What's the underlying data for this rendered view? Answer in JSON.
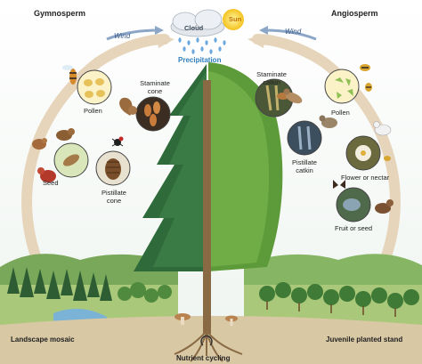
{
  "headers": {
    "gymnosperm": "Gymnosperm",
    "angiosperm": "Angiosperm"
  },
  "sky": {
    "cloud": "Cloud",
    "sun": "Sun",
    "precipitation": "Precipitation",
    "wind_left": "Wind",
    "wind_right": "Wind"
  },
  "gymnosperm_labels": {
    "pollen": "Pollen",
    "staminate_cone": "Staminate cone",
    "seed": "Seed",
    "pistillate_cone": "Pistillate cone"
  },
  "angiosperm_labels": {
    "staminate_catkin": "Staminate catkin",
    "pollen": "Pollen",
    "pistillate_catkin": "Pistillate catkin",
    "flower_or_nectar": "Flower or nectar",
    "fruit_or_seed": "Fruit or seed"
  },
  "bottom": {
    "landscape_mosaic": "Landscape mosaic",
    "juvenile_planted_stand": "Juvenile planted stand",
    "nutrient_cycling": "Nutrient cycling"
  },
  "colors": {
    "arrow": "#d9c3a3",
    "sky": "#f2f7fb",
    "conifer": "#2f6b3a",
    "broadleaf": "#5d9b3a",
    "ground": "#c9b48d"
  }
}
